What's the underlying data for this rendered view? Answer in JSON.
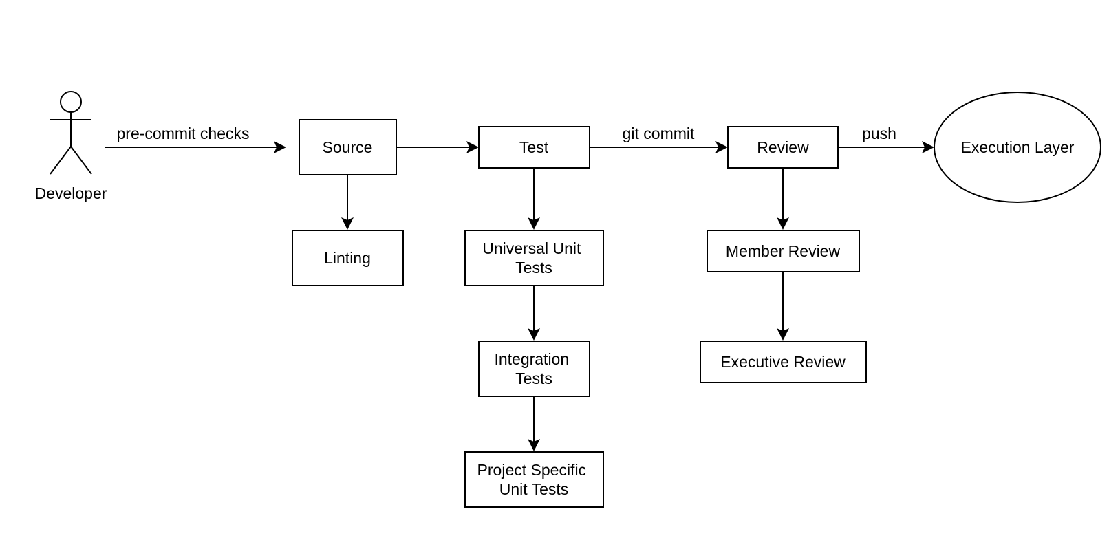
{
  "actor": {
    "label": "Developer"
  },
  "nodes": {
    "source": "Source",
    "linting": "Linting",
    "test": "Test",
    "universal_unit_tests": [
      "Universal Unit",
      "Tests"
    ],
    "integration_tests": [
      "Integration",
      "Tests"
    ],
    "project_specific_unit_tests": [
      "Project Specific",
      "Unit Tests"
    ],
    "review": "Review",
    "member_review": "Member Review",
    "executive_review": "Executive Review",
    "execution_layer": "Execution Layer"
  },
  "edge_labels": {
    "pre_commit": "pre-commit checks",
    "git_commit": "git commit",
    "push": "push"
  },
  "colors": {
    "stroke": "#000000",
    "fill": "#ffffff"
  }
}
